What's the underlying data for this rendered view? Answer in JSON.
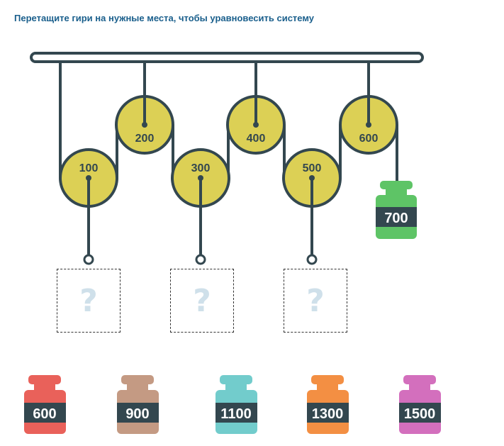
{
  "instruction": "Перетащите гири на нужные места, чтобы уравновесить систему",
  "colors": {
    "rope": "#33474f",
    "pulley": "#dcd055",
    "label_band": "#33474f",
    "placeholder": "#cfe0ea"
  },
  "pulleys": [
    {
      "label": "100"
    },
    {
      "label": "200"
    },
    {
      "label": "300"
    },
    {
      "label": "400"
    },
    {
      "label": "500"
    },
    {
      "label": "600"
    }
  ],
  "hanging_weight": {
    "label": "700",
    "color": "#5ec466"
  },
  "drop_slots": [
    {
      "placeholder": "?"
    },
    {
      "placeholder": "?"
    },
    {
      "placeholder": "?"
    }
  ],
  "weights_tray": [
    {
      "label": "600",
      "color": "#e9615a"
    },
    {
      "label": "900",
      "color": "#c49a83"
    },
    {
      "label": "1100",
      "color": "#72cccc"
    },
    {
      "label": "1300",
      "color": "#f38f43"
    },
    {
      "label": "1500",
      "color": "#d36fbd"
    }
  ]
}
